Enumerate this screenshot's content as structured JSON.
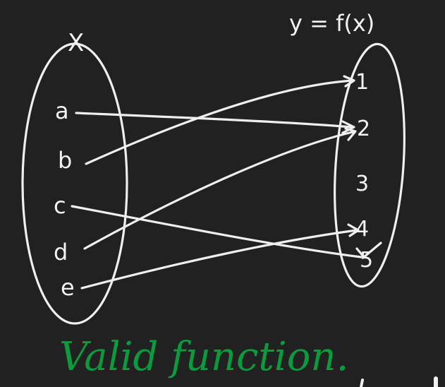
{
  "domain_label": {
    "text": "X"
  },
  "codomain_label": {
    "text": "y = f(x)"
  },
  "domain": [
    "a",
    "b",
    "c",
    "d",
    "e"
  ],
  "codomain": [
    "1",
    "2",
    "3",
    "4",
    "5"
  ],
  "mapping": [
    {
      "from": "a",
      "to": "2"
    },
    {
      "from": "b",
      "to": "1"
    },
    {
      "from": "c",
      "to": "5"
    },
    {
      "from": "d",
      "to": "2"
    },
    {
      "from": "e",
      "to": "4"
    }
  ],
  "caption": {
    "text": "Valid function."
  },
  "colors": {
    "background": "#222121",
    "ink": "#efefef",
    "caption": "#0b9a3d"
  }
}
